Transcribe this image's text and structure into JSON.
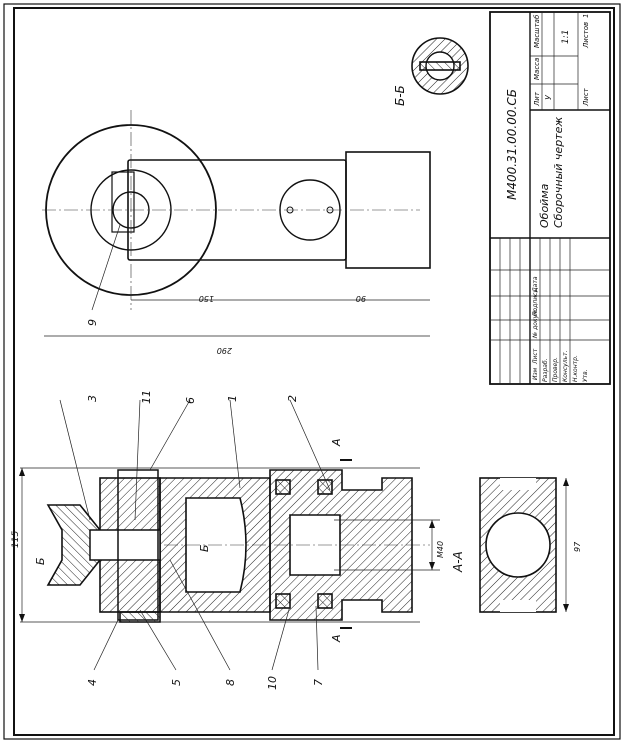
{
  "drawing": {
    "section_label_aa": "А-А",
    "section_label_bb": "Б-Б",
    "cut_letter_a": "А",
    "cut_letter_b": "Б",
    "callouts": [
      "3",
      "11",
      "6",
      "1",
      "2",
      "4",
      "5",
      "8",
      "10",
      "7",
      "9"
    ],
    "dimensions": {
      "height": "115",
      "bore": "М40",
      "width_aa": "97",
      "total_length": "290",
      "length_1": "150",
      "length_2": "90"
    }
  },
  "title_block": {
    "designation": "М400.31.00.00.СБ",
    "name_line1": "Обойма",
    "name_line2": "Сборочный чертеж",
    "col_headers": [
      "Изм",
      "Лист",
      "№ докум.",
      "Подпись",
      "Дата"
    ],
    "row_labels": [
      "Разраб.",
      "Провер.",
      "Консульт.",
      "Н.контр.",
      "Утв."
    ],
    "lit_label": "Лит",
    "mass_label": "Масса",
    "scale_label": "Масштаб",
    "lit_value": "У",
    "scale_value": "1:1",
    "sheet_label": "Лист",
    "sheets_label": "Листов",
    "sheets_value": "1"
  }
}
